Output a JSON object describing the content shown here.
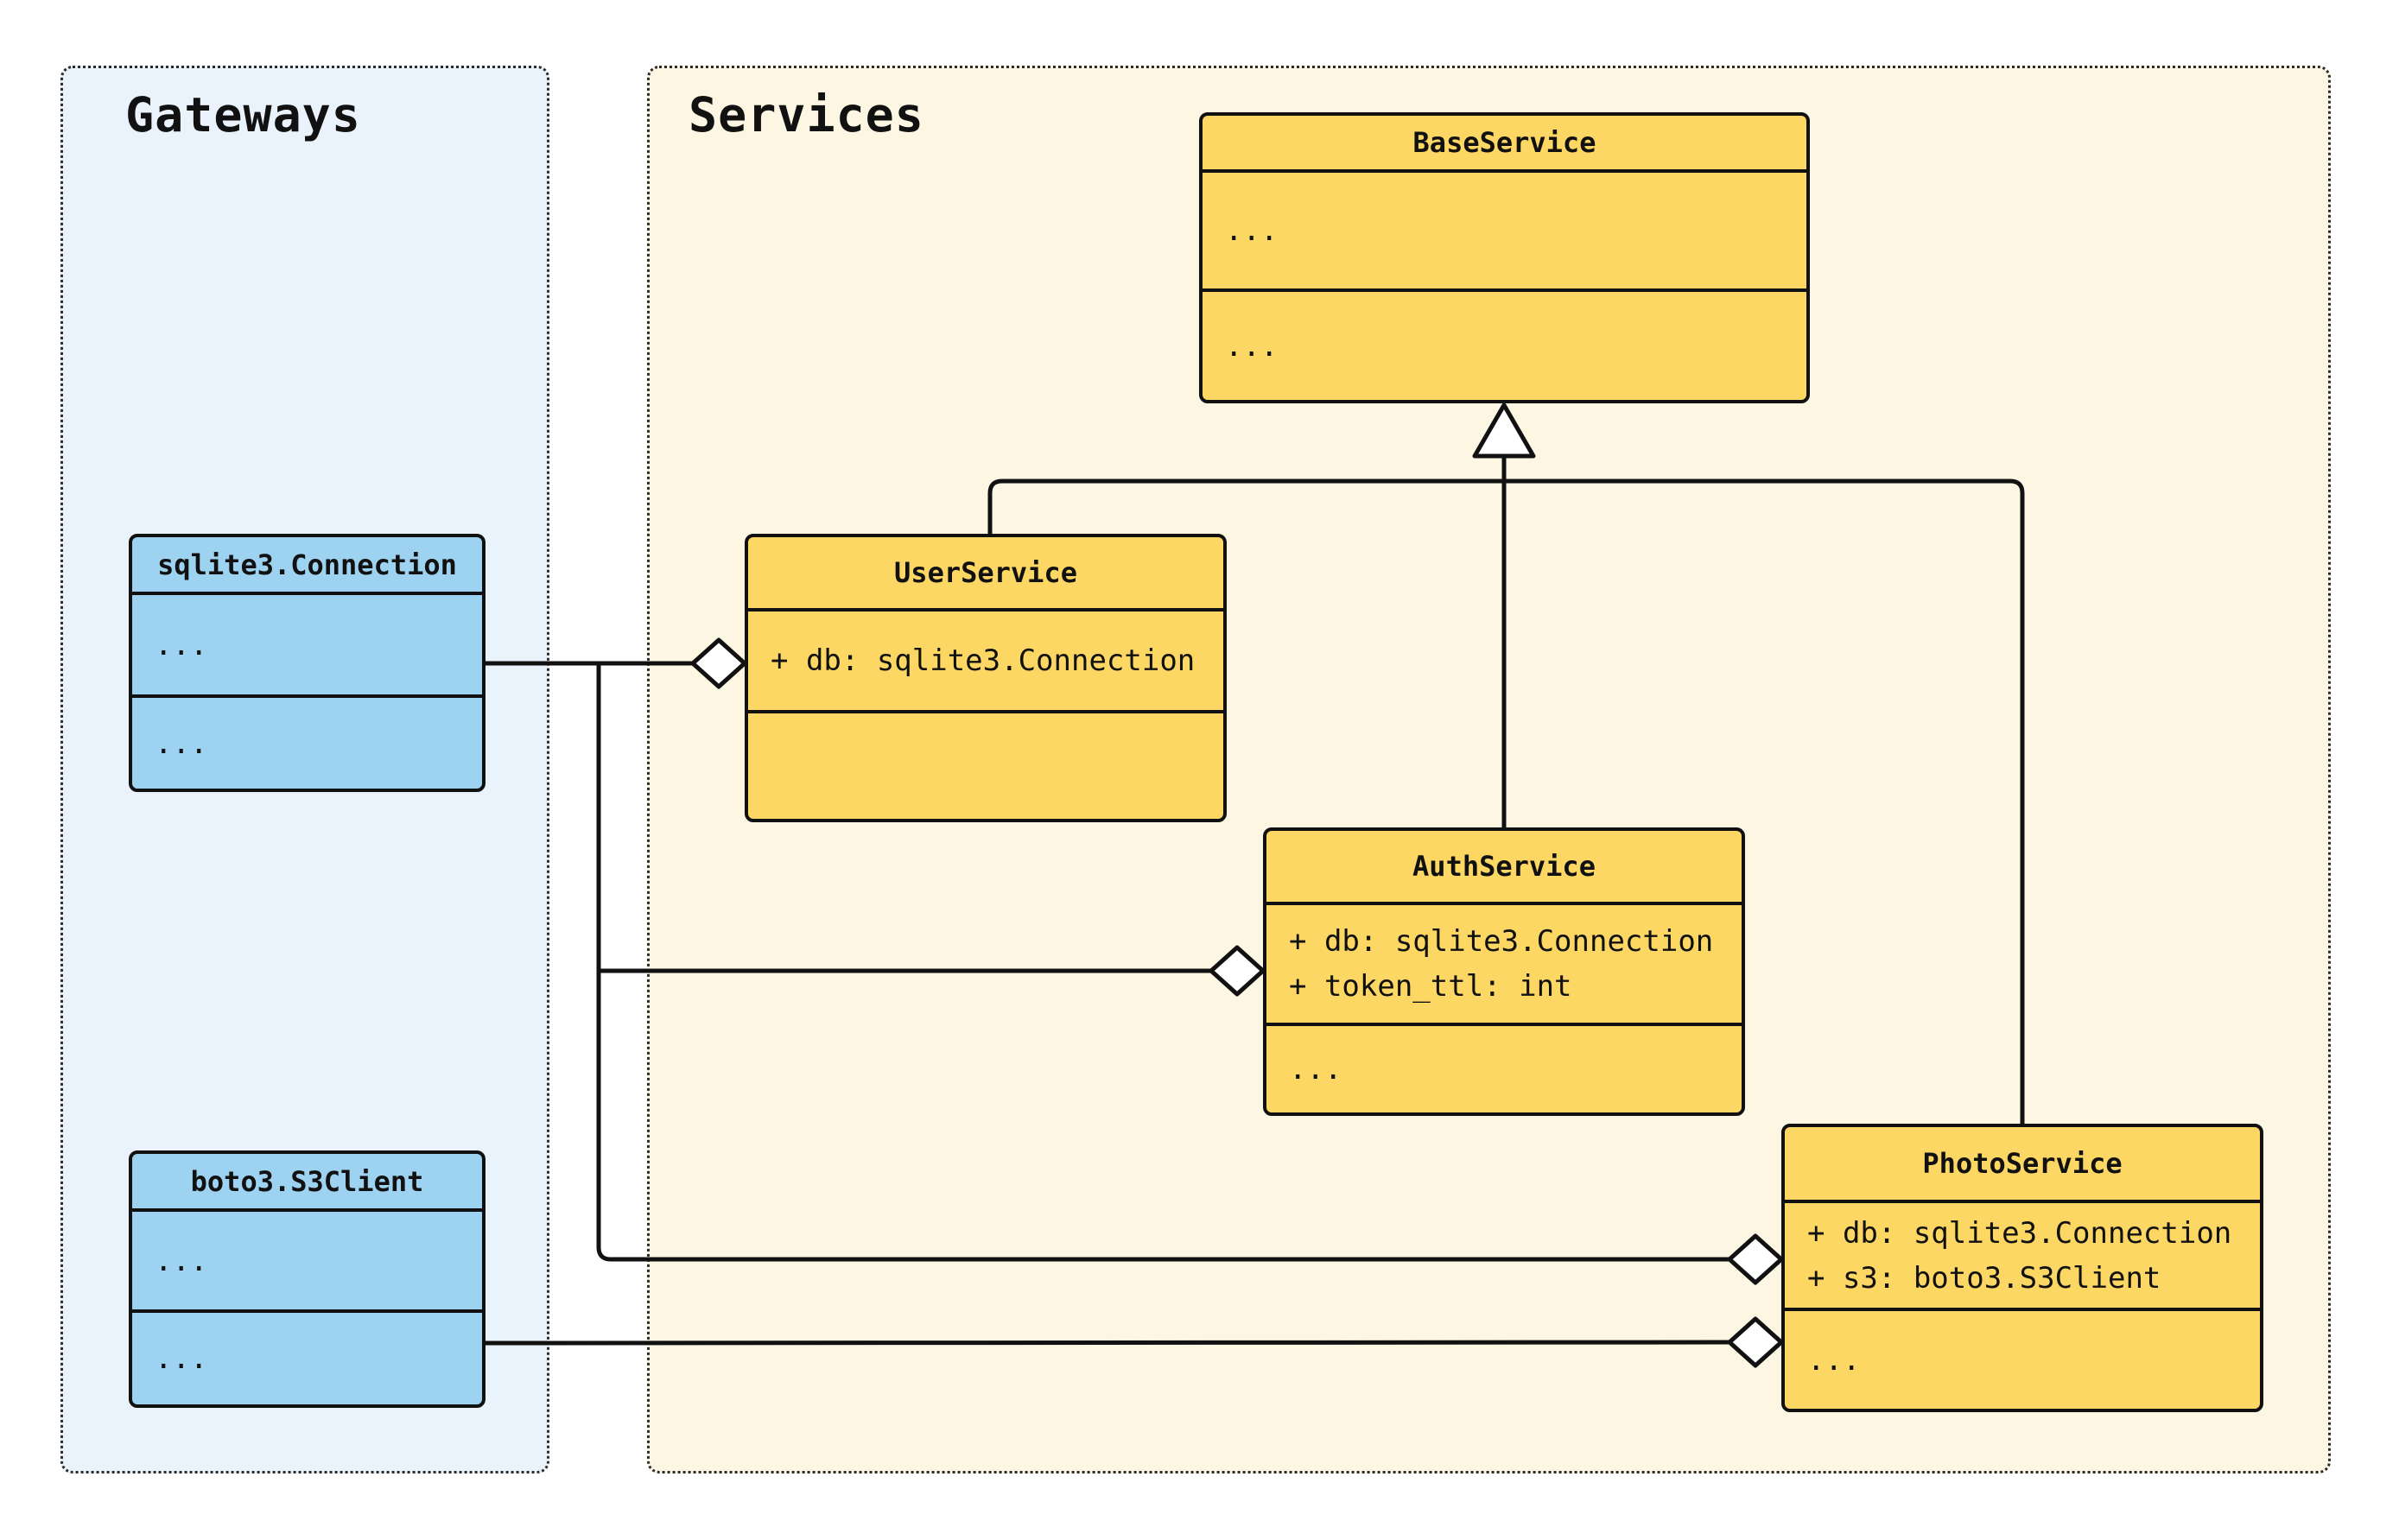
{
  "diagram": {
    "kind": "uml-class-diagram"
  },
  "colors": {
    "gateways_bg": "#EAF2FB",
    "services_bg": "#FDF6E3",
    "class_yellow": "#FCD763",
    "class_blue": "#9DD2F0",
    "line": "#111111",
    "arrowhead_fill": "#FFFFFF"
  },
  "groups": {
    "gateways": {
      "title": "Gateways"
    },
    "services": {
      "title": "Services"
    }
  },
  "classes": {
    "sqlite3_connection": {
      "title": "sqlite3.Connection",
      "attributes": [
        "..."
      ],
      "methods": [
        "..."
      ]
    },
    "boto3_s3client": {
      "title": "boto3.S3Client",
      "attributes": [
        "..."
      ],
      "methods": [
        "..."
      ]
    },
    "base_service": {
      "title": "BaseService",
      "attributes": [
        "..."
      ],
      "methods": [
        "..."
      ]
    },
    "user_service": {
      "title": "UserService",
      "attributes": [
        "+ db: sqlite3.Connection"
      ],
      "methods": []
    },
    "auth_service": {
      "title": "AuthService",
      "attributes": [
        "+ db: sqlite3.Connection",
        "+ token_ttl: int"
      ],
      "methods": [
        "..."
      ]
    },
    "photo_service": {
      "title": "PhotoService",
      "attributes": [
        "+ db: sqlite3.Connection",
        "+ s3: boto3.S3Client"
      ],
      "methods": [
        "..."
      ]
    }
  },
  "relationships": [
    {
      "from": "UserService",
      "to": "BaseService",
      "type": "inheritance"
    },
    {
      "from": "AuthService",
      "to": "BaseService",
      "type": "inheritance"
    },
    {
      "from": "PhotoService",
      "to": "BaseService",
      "type": "inheritance"
    },
    {
      "from": "UserService",
      "to": "sqlite3.Connection",
      "type": "aggregation"
    },
    {
      "from": "AuthService",
      "to": "sqlite3.Connection",
      "type": "aggregation"
    },
    {
      "from": "PhotoService",
      "to": "sqlite3.Connection",
      "type": "aggregation"
    },
    {
      "from": "PhotoService",
      "to": "boto3.S3Client",
      "type": "aggregation"
    }
  ]
}
